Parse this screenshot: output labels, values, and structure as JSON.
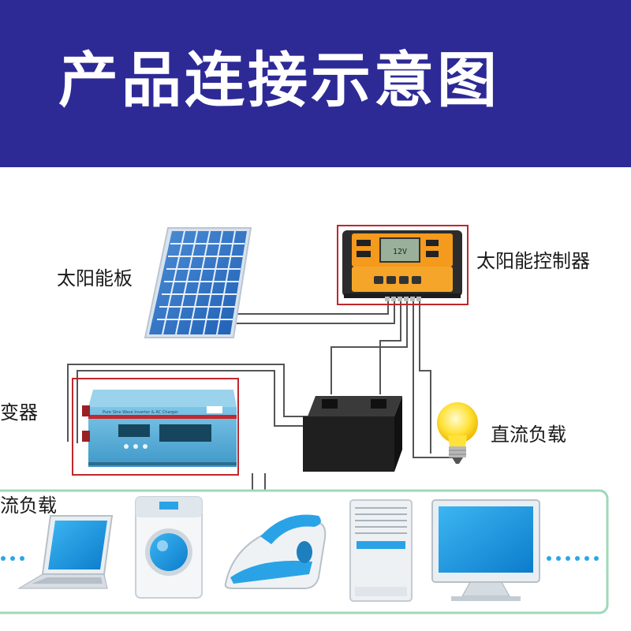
{
  "banner": {
    "title": "产品连接示意图",
    "color": "#2d2a96"
  },
  "labels": {
    "solar_panel": "太阳能板",
    "controller": "太阳能控制器",
    "inverter": "变器",
    "dc_load": "直流负载",
    "ac_load": "流负载"
  },
  "inverter_panel_text": "Pure Sine Wave Inverter & AC Charger",
  "controller_display_text": "12V",
  "icons": [
    "solar-panel-icon",
    "charge-controller-icon",
    "inverter-icon",
    "battery-icon",
    "light-bulb-icon",
    "laptop-icon",
    "washing-machine-icon",
    "iron-icon",
    "air-conditioner-icon",
    "tv-monitor-icon"
  ],
  "colors": {
    "frame_red": "#c0272d",
    "load_frame": "#9ed9b8",
    "wire": "#555555",
    "controller_orange": "#f49a1c",
    "inverter_blue": "#5ab0d8",
    "appliance_blue": "#2aa3e6"
  }
}
